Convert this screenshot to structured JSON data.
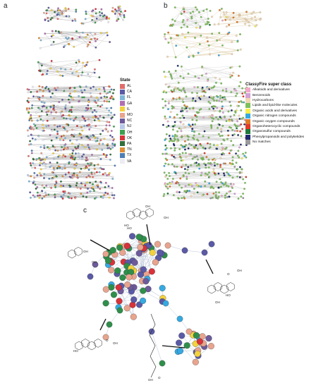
{
  "panels": {
    "a": {
      "letter": "a"
    },
    "b": {
      "letter": "b"
    },
    "c": {
      "letter": "c"
    }
  },
  "state_legend": {
    "title": "State",
    "items": [
      {
        "label": "AL",
        "color": "#e26b6b"
      },
      {
        "label": "CA",
        "color": "#5b5aa6"
      },
      {
        "label": "FL",
        "color": "#7fb5d6"
      },
      {
        "label": "GA",
        "color": "#b26fb0"
      },
      {
        "label": "IL",
        "color": "#f3d23e"
      },
      {
        "label": "MO",
        "color": "#e8a48e"
      },
      {
        "label": "NC",
        "color": "#6d5a9a"
      },
      {
        "label": "NJ",
        "color": "#b7c9e8"
      },
      {
        "label": "OH",
        "color": "#3e9e4e"
      },
      {
        "label": "OK",
        "color": "#d8323a"
      },
      {
        "label": "PA",
        "color": "#2f6e3a"
      },
      {
        "label": "TN",
        "color": "#de8e36"
      },
      {
        "label": "TX",
        "color": "#4d7fb6"
      },
      {
        "label": "VA",
        "color": "#ececf2"
      }
    ]
  },
  "classyfire_legend": {
    "title": "ClassyFire super class",
    "items": [
      {
        "label": "Alkaloids and derivatives",
        "color": "#f4a8c8"
      },
      {
        "label": "Benzenoids",
        "color": "#d3a2d6"
      },
      {
        "label": "Hydrocarbons",
        "color": "#f3d7b0"
      },
      {
        "label": "Lipids and lipid-like molecules",
        "color": "#7cc05a"
      },
      {
        "label": "Organic acids and derivatives",
        "color": "#f7ef4a"
      },
      {
        "label": "Organic nitrogen compounds",
        "color": "#36a9e1"
      },
      {
        "label": "Organic oxygen compounds",
        "color": "#e07a2a"
      },
      {
        "label": "Organoheterocyclic compounds",
        "color": "#e23a2a"
      },
      {
        "label": "Organosulfur compounds",
        "color": "#1d7a3a"
      },
      {
        "label": "Phenylpropanoids and polyketides",
        "color": "#1f2a6e"
      },
      {
        "label": "No matches",
        "color": "#9a9a9a"
      }
    ]
  },
  "network_c": {
    "chem_labels": [
      "OH",
      "OH",
      "OH",
      "HO",
      "OH",
      "O",
      "OH",
      "HO",
      "OH",
      "HO",
      "O",
      "OH",
      "O",
      "OH",
      "HO"
    ]
  }
}
